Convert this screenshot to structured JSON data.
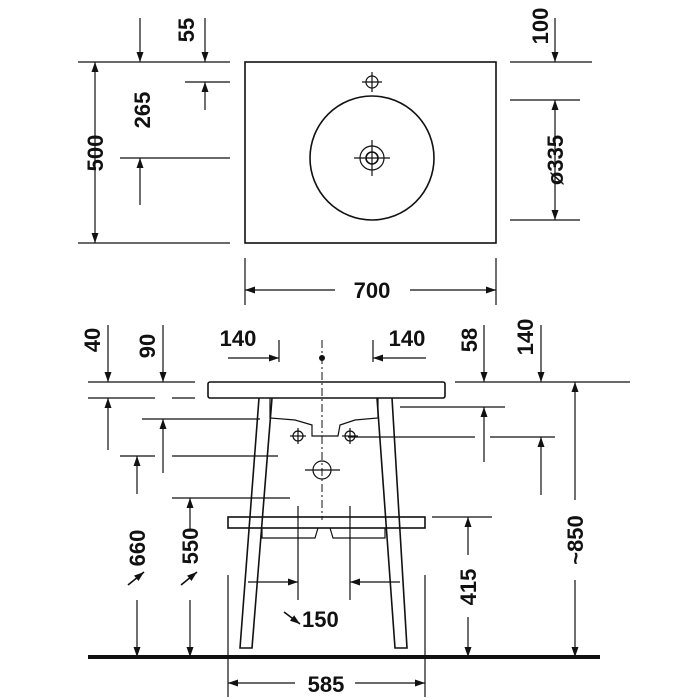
{
  "top_view": {
    "dims": {
      "d55": "55",
      "d100": "100",
      "d265": "265",
      "d500": "500",
      "d335": "ø335",
      "d700": "700"
    }
  },
  "front_view": {
    "dims": {
      "d40": "40",
      "d90": "90",
      "d140_left": "140",
      "d140_right": "140",
      "d58": "58",
      "d140_top_right": "140",
      "d850": "~850",
      "d660": "660",
      "d550": "550",
      "d415": "415",
      "d150": "150",
      "d585": "585"
    }
  }
}
